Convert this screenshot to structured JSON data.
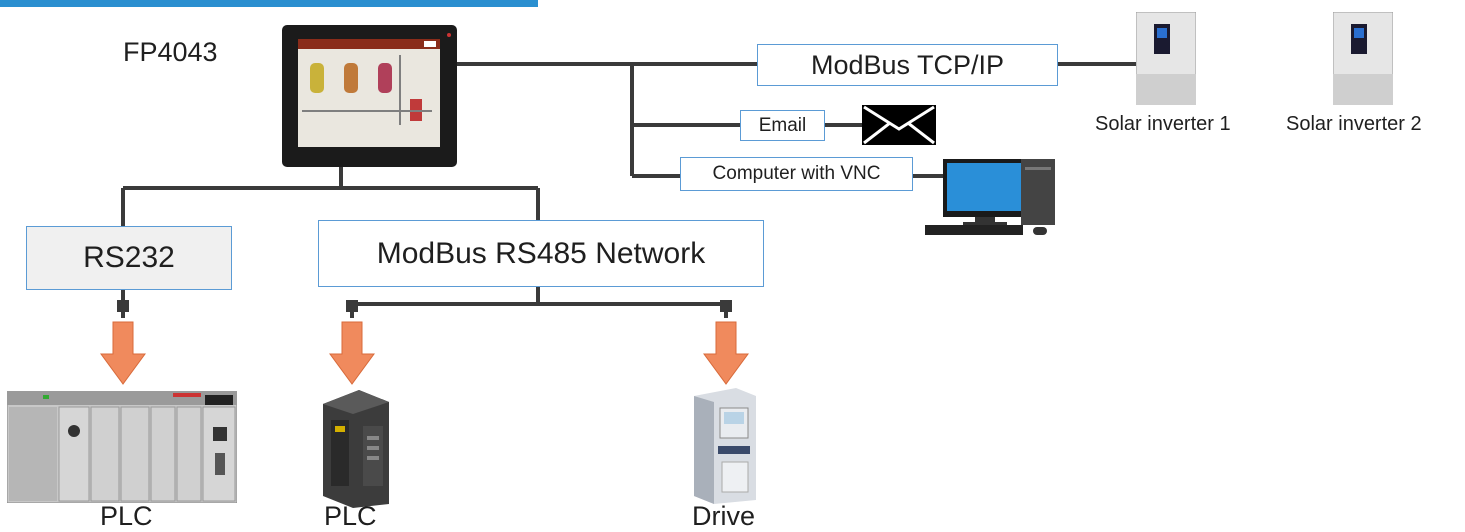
{
  "hmi": {
    "model": "FP4043"
  },
  "networks": {
    "modbus_tcp": "ModBus TCP/IP",
    "email": "Email",
    "vnc": "Computer with VNC",
    "rs232": "RS232",
    "rs485": "ModBus RS485 Network"
  },
  "devices": {
    "solar1": "Solar inverter 1",
    "solar2": "Solar inverter 2",
    "plc_rack": "PLC",
    "plc_compact": "PLC",
    "drive": "Drive"
  },
  "colors": {
    "accent_bar": "#2a8fd0",
    "box_border": "#5b9bd5",
    "wire": "#3a3a3a",
    "arrow": "#f08a5d"
  },
  "icons": [
    "hmi-panel-icon",
    "envelope-icon",
    "desktop-computer-icon",
    "solar-inverter-icon",
    "plc-rack-icon",
    "plc-module-icon",
    "drive-icon"
  ]
}
